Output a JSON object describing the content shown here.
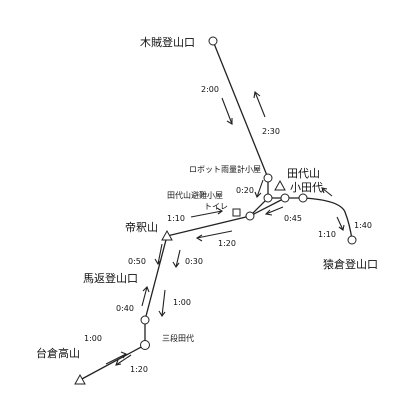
{
  "places": {
    "kodachi_trailhead": "木賊登山口",
    "robot_hut": "ロボット雨量計小屋",
    "tashiroyama": "田代山",
    "odashiro": "小田代",
    "hut_toilet_line1": "田代山避難小屋",
    "hut_toilet_line2": "トイレ",
    "taishakusan": "帝釈山",
    "saruga_trailhead": "猿倉登山口",
    "umagaeshi_trailhead": "馬返登山口",
    "sandan_tashiro": "三段田代",
    "daikuratakayama": "台倉高山"
  },
  "times": {
    "kodachi_down": "2:00",
    "kodachi_up": "2:30",
    "robot_tashiro": "0:20",
    "odashiro_hut": "0:45",
    "saruga_up": "1:40",
    "saruga_down": "1:10",
    "hut_taishaku": "1:10",
    "taishaku_hut": "1:20",
    "taishaku_down": "0:50",
    "taishaku_umagaeshi": "0:30",
    "umagaeshi_up": "0:40",
    "umagaeshi_sandan": "1:00",
    "daikura_up": "1:00",
    "sandan_daikura": "1:20"
  },
  "colors": {
    "trail": "#222222",
    "node_fill": "#ffffff",
    "current_marker": "#22dd22"
  }
}
